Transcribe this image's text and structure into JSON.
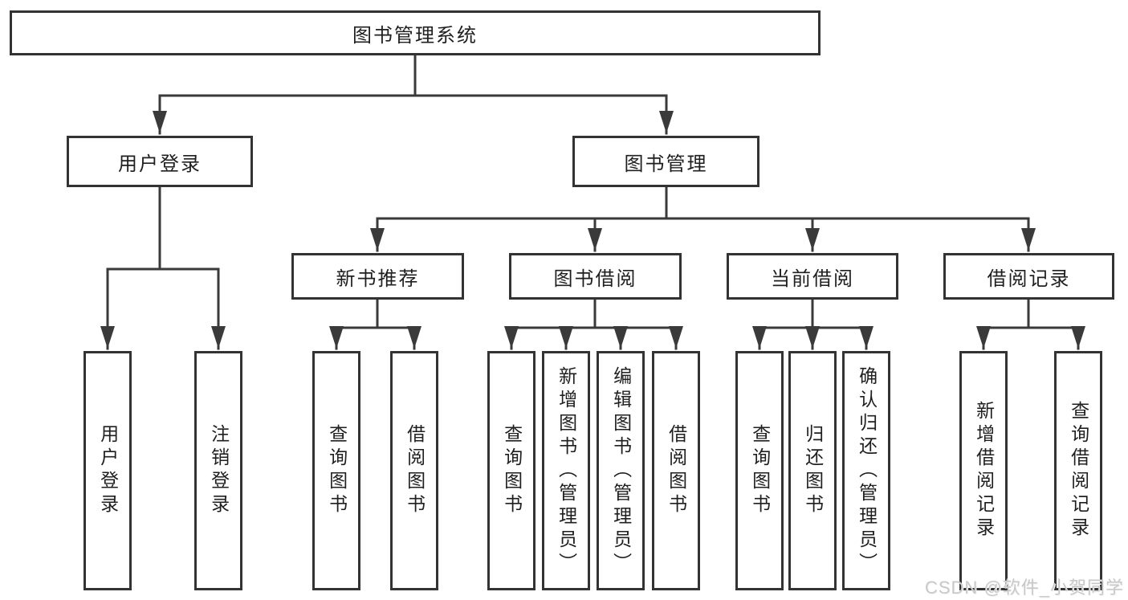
{
  "tree": {
    "root": {
      "label": "图书管理系统"
    },
    "branches": [
      {
        "label": "用户登录",
        "children": [
          {
            "label": "用户登录"
          },
          {
            "label": "注销登录"
          }
        ]
      },
      {
        "label": "图书管理",
        "sections": [
          {
            "label": "新书推荐",
            "children": [
              {
                "label": "查询图书"
              },
              {
                "label": "借阅图书"
              }
            ]
          },
          {
            "label": "图书借阅",
            "children": [
              {
                "label": "查询图书"
              },
              {
                "label": "新增图书（管理员）"
              },
              {
                "label": "编辑图书（管理员）"
              },
              {
                "label": "借阅图书"
              }
            ]
          },
          {
            "label": "当前借阅",
            "children": [
              {
                "label": "查询图书"
              },
              {
                "label": "归还图书"
              },
              {
                "label": "确认归还（管理员）"
              }
            ]
          },
          {
            "label": "借阅记录",
            "children": [
              {
                "label": "新增借阅记录"
              },
              {
                "label": "查询借阅记录"
              }
            ]
          }
        ]
      }
    ]
  },
  "watermark": {
    "text": "CSDN @软件_小贺同学"
  },
  "colors": {
    "background": "#ffffff",
    "line": "#3a3a3a",
    "box_border": "#333333",
    "text": "#1f1f1f",
    "watermark": "#c8c8c8"
  }
}
